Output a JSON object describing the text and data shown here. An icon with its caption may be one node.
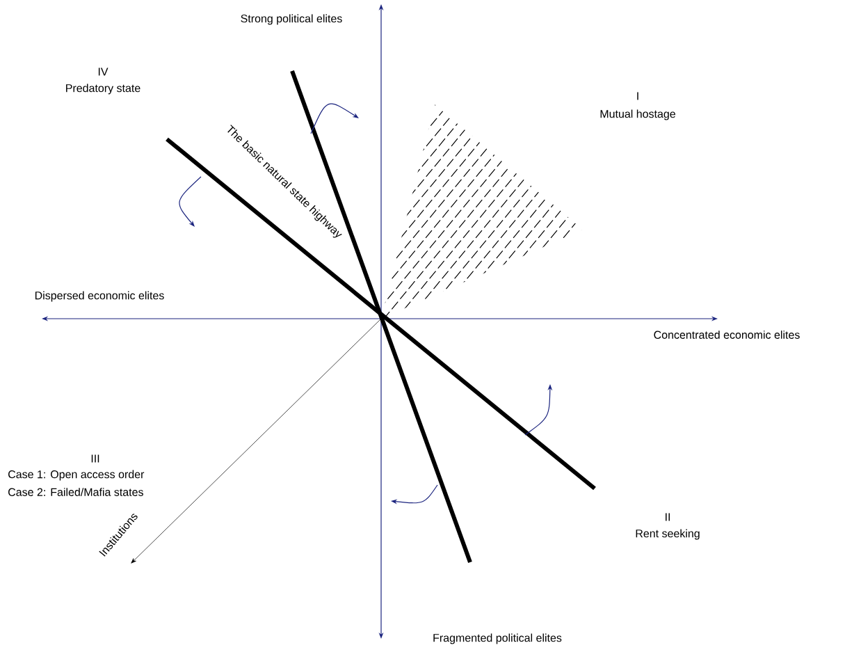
{
  "diagram": {
    "labels": [
      "Strong political elites",
      "IV",
      "Predatory state",
      "The basic natural state highway",
      "I",
      "Mutual hostage",
      "Dispersed economic elites",
      "Concentrated economic elites",
      "III",
      "Case 1: Open access order",
      "Case 2: Failed/Mafia states",
      "Institutions",
      "II",
      "Rent seeking",
      "Fragmented political elites"
    ]
  }
}
